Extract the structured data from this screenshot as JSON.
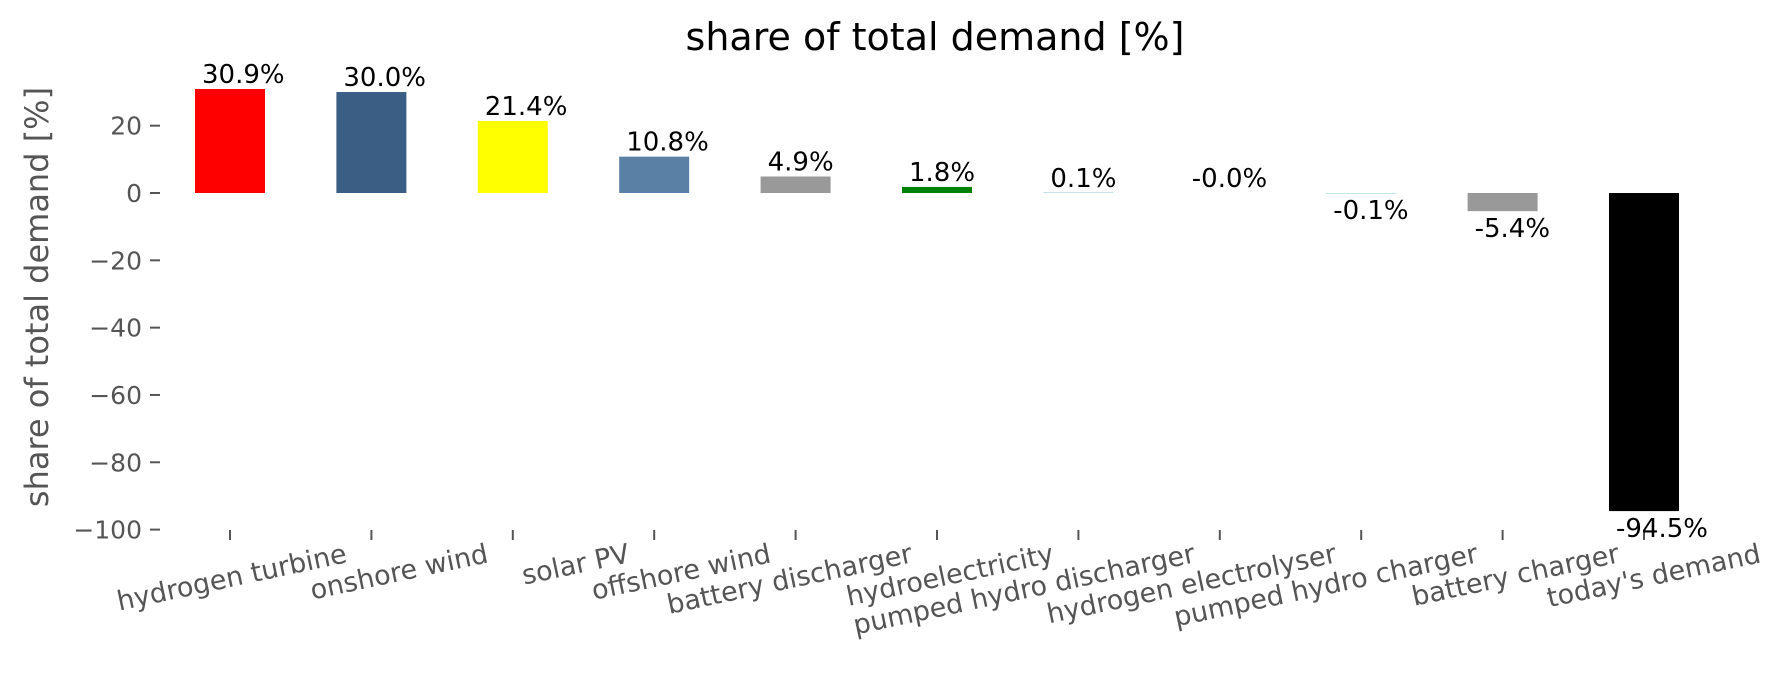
{
  "chart_data": {
    "type": "bar",
    "title": "share of total demand [%]",
    "xlabel": "",
    "ylabel": "share of total demand [%]",
    "ylim": [
      -100,
      30
    ],
    "yticks": [
      20,
      0,
      -20,
      -40,
      -60,
      -80,
      -100
    ],
    "grid": false,
    "categories": [
      "hydrogen turbine",
      "onshore wind",
      "solar PV",
      "offshore wind",
      "battery discharger",
      "hydroelectricity",
      "pumped hydro discharger",
      "hydrogen electrolyser",
      "pumped hydro charger",
      "battery charger",
      "today's demand"
    ],
    "values": [
      30.9,
      30.0,
      21.4,
      10.8,
      4.9,
      1.8,
      0.1,
      -0.0,
      -0.1,
      -5.4,
      -94.5
    ],
    "data_labels": [
      "30.9%",
      "30.0%",
      "21.4%",
      "10.8%",
      "4.9%",
      "1.8%",
      "0.1%",
      "-0.0%",
      "-0.1%",
      "-5.4%",
      "-94.5%"
    ],
    "colors": [
      "#ff0000",
      "#3b5f84",
      "#ffff00",
      "#5b80a5",
      "#999999",
      "#008000",
      "#51b4c4",
      "#ff00ff",
      "#51b4c4",
      "#999999",
      "#000000"
    ]
  }
}
